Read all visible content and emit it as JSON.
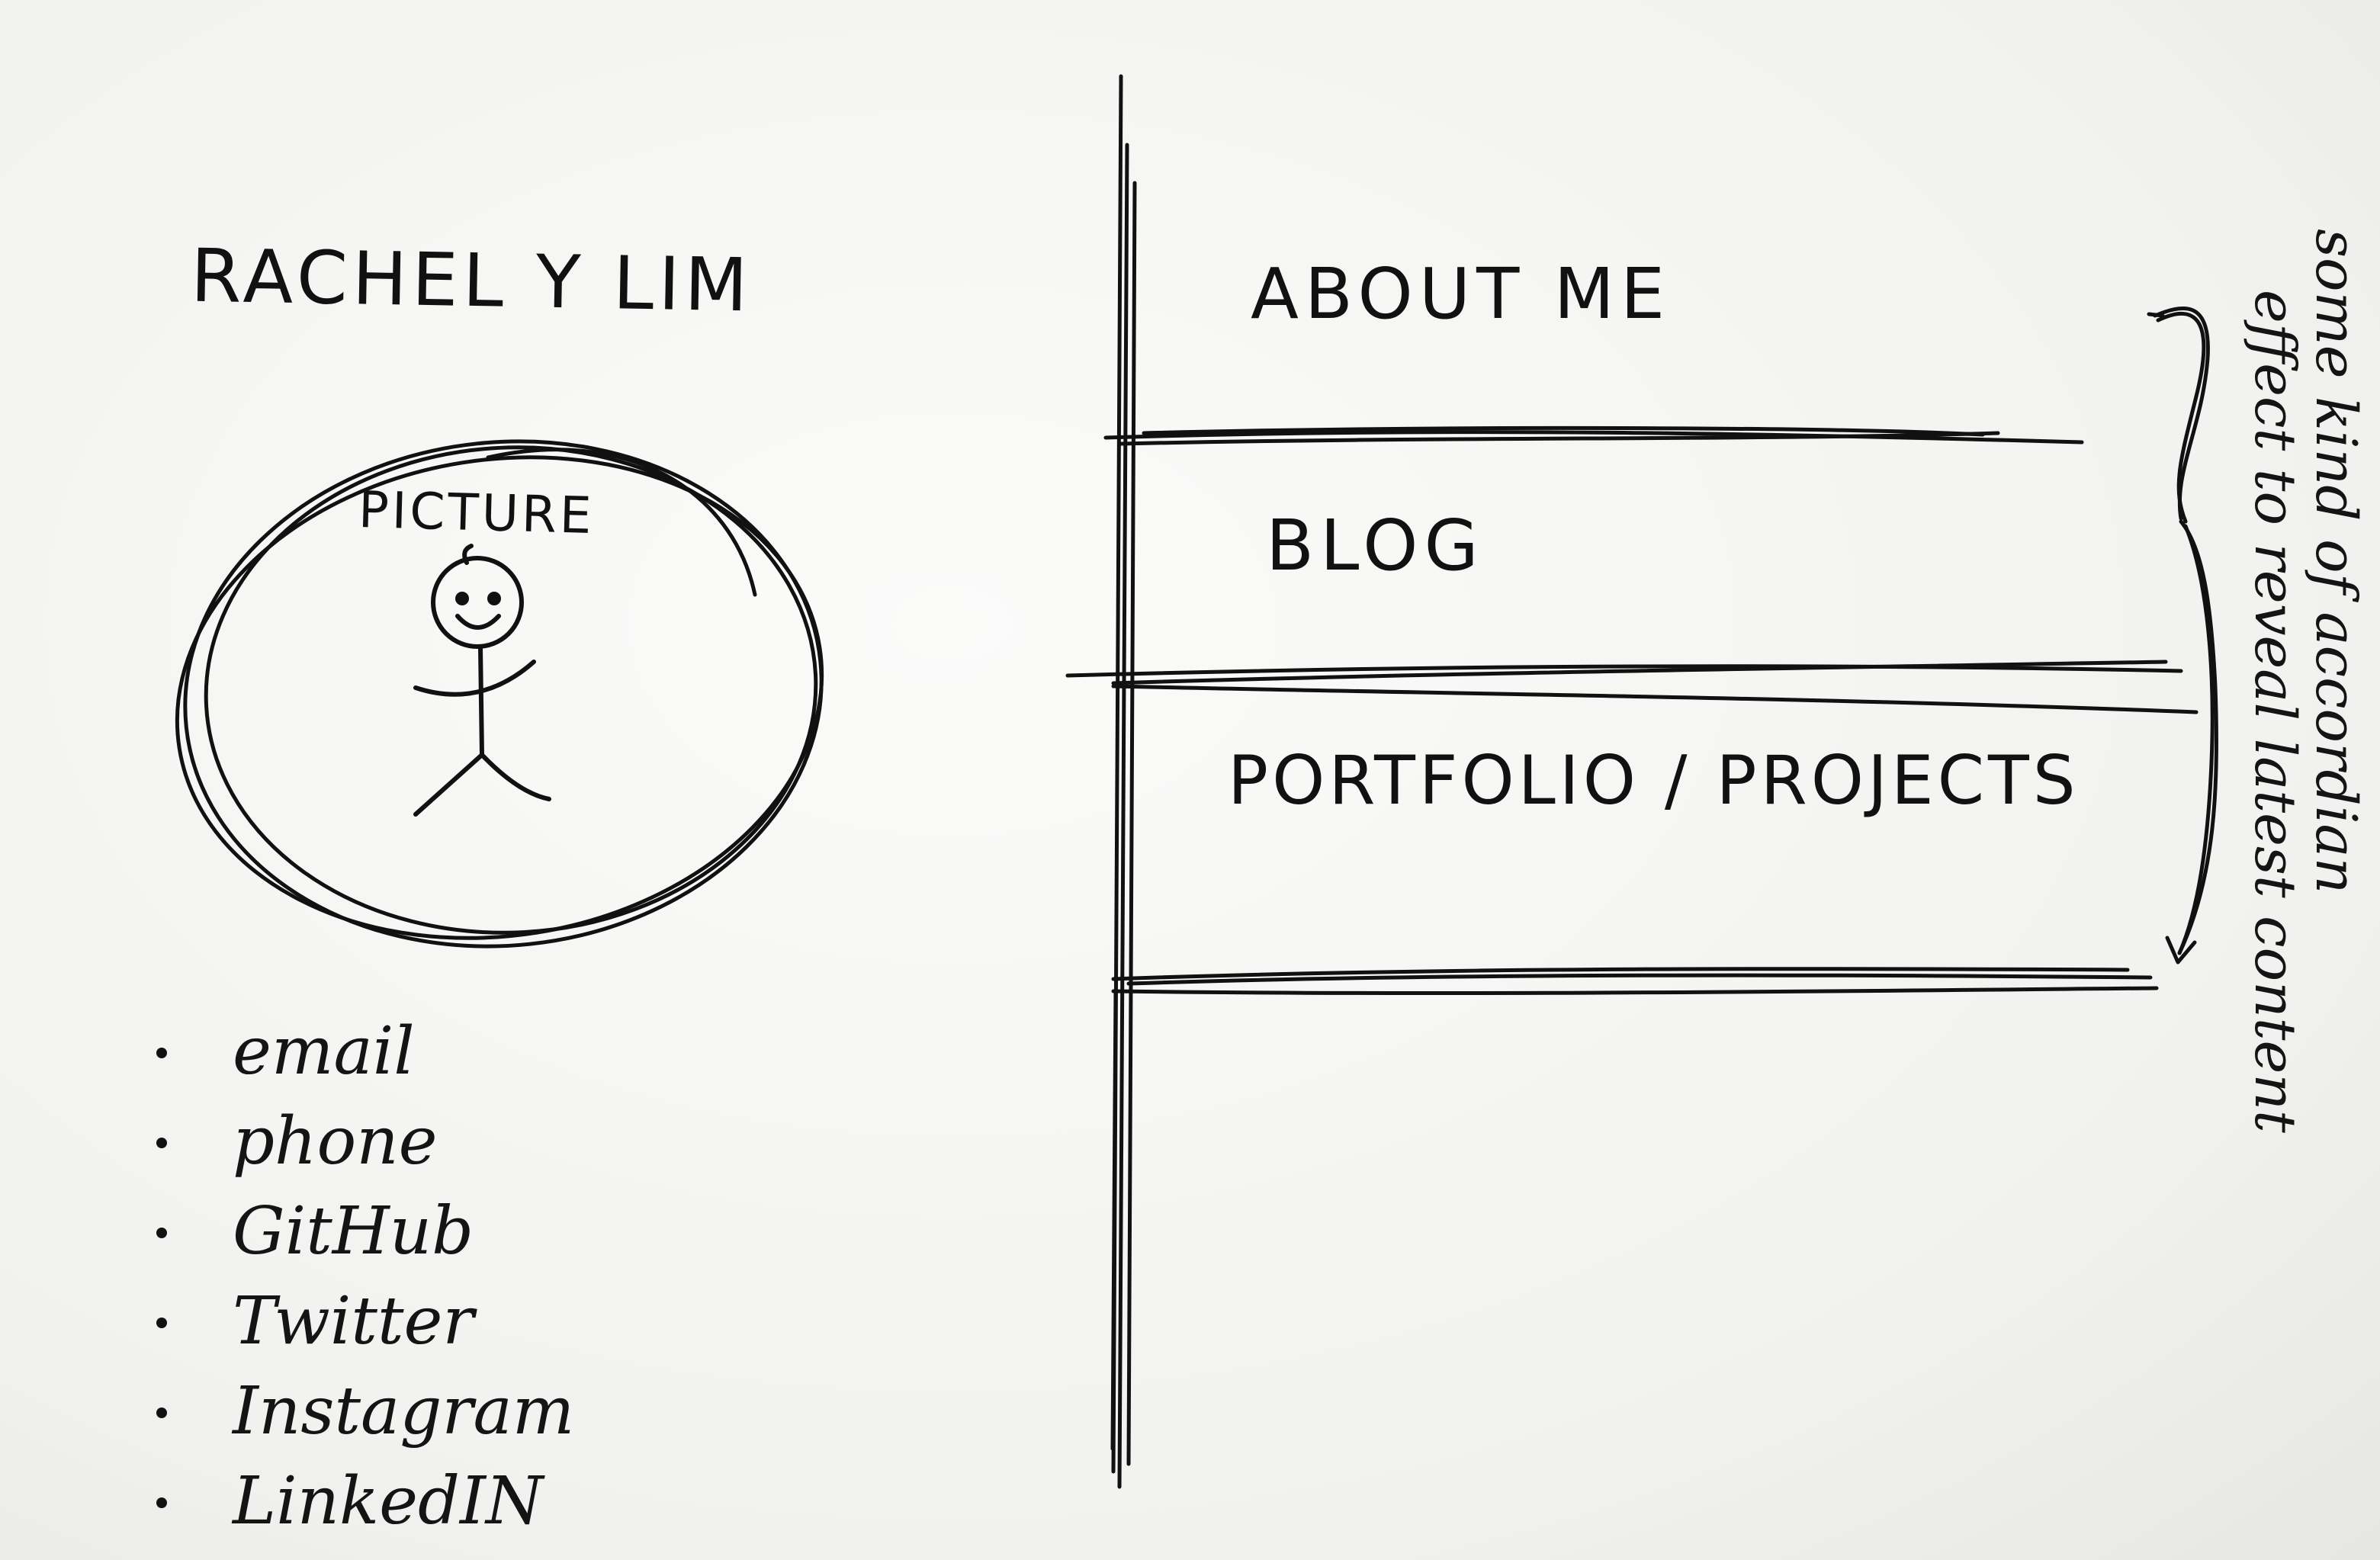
{
  "sidebar": {
    "name": "RACHEL Y LIM",
    "picture_label": "PICTURE",
    "links": [
      {
        "label": "email",
        "icon": "bullet-dot"
      },
      {
        "label": "phone",
        "icon": "bullet-dot"
      },
      {
        "label": "GitHub",
        "icon": "bullet-dot"
      },
      {
        "label": "Twitter",
        "icon": "bullet-dot"
      },
      {
        "label": "Instagram",
        "icon": "bullet-dot"
      },
      {
        "label": "LinkedIN",
        "icon": "bullet-dot"
      }
    ]
  },
  "main": {
    "sections": [
      {
        "label": "ABOUT ME"
      },
      {
        "label": "BLOG"
      },
      {
        "label": "PORTFOLIO / PROJECTS"
      }
    ]
  },
  "annotation": {
    "line1": "some kind of accordian",
    "line2": "effect to reveal latest content"
  },
  "colors": {
    "ink": "#111111",
    "paper": "#f4f4f2"
  }
}
